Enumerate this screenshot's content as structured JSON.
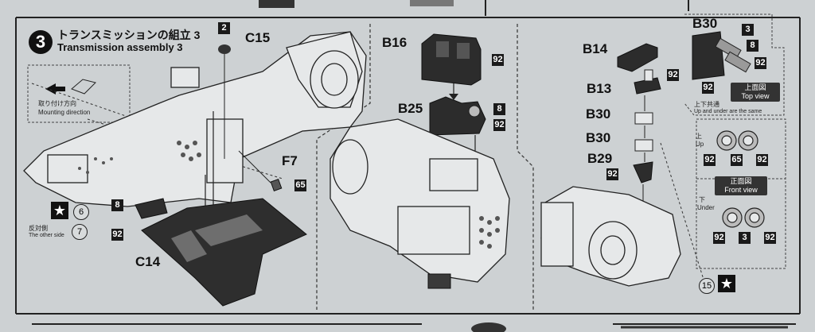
{
  "step": {
    "number": "3",
    "title_jp": "トランスミッションの組立 3",
    "title_en": "Transmission assembly 3"
  },
  "mounting": {
    "label_jp": "取り付け方向",
    "label_en": "Mounting direction"
  },
  "other_side": {
    "label_jp": "反対側",
    "label_en": "The other side",
    "number": "7"
  },
  "parts": {
    "c15": "C15",
    "f7": "F7",
    "c14": "C14",
    "b16": "B16",
    "b25": "B25",
    "b14": "B14",
    "b13": "B13",
    "b30_a": "B30",
    "b30_b": "B30",
    "b29": "B29",
    "b30_inset": "B30"
  },
  "paints": {
    "c15_color": "2",
    "f7_color": "65",
    "c14_a": "8",
    "c14_b": "92",
    "b16_color": "92",
    "b25_a": "8",
    "b25_b": "92",
    "b14_color": "92",
    "b29_color": "92",
    "inset_a": "3",
    "inset_b": "8",
    "inset_c": "92",
    "inset_d": "92",
    "up_a": "92",
    "up_b": "65",
    "up_c": "92",
    "under_a": "92",
    "under_b": "3",
    "under_c": "92"
  },
  "refs": {
    "left_ref": "6",
    "right_ref": "15"
  },
  "views": {
    "top_view_jp": "上面図",
    "top_view_en": "Top view",
    "same_jp": "上下共通",
    "same_en": "Up and under are the same",
    "up_jp": "上",
    "up_en": "Up",
    "front_view_jp": "正面図",
    "front_view_en": "Front view",
    "under_jp": "下",
    "under_en": "Under"
  }
}
